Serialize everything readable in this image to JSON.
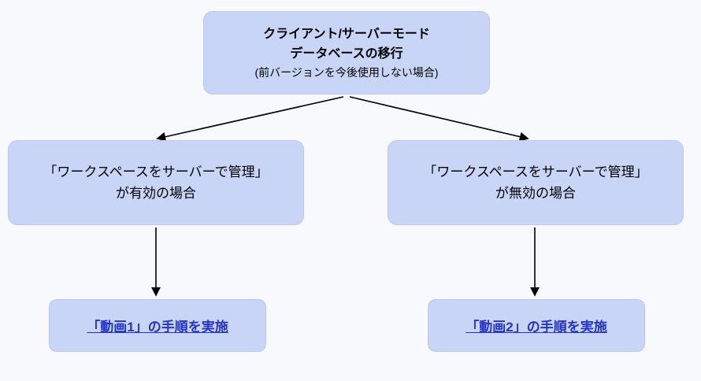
{
  "diagram": {
    "root": {
      "line1": "クライアント/サーバーモード",
      "line2": "データベースの移行",
      "line3": "(前バージョンを今後使用しない場合)"
    },
    "left_branch": {
      "line1": "「ワークスペースをサーバーで管理」",
      "line2": "が有効の場合"
    },
    "right_branch": {
      "line1": "「ワークスペースをサーバーで管理」",
      "line2": "が無効の場合"
    },
    "left_action": {
      "label": "「動画1」の手順を実施"
    },
    "right_action": {
      "label": "「動画2」の手順を実施"
    }
  },
  "colors": {
    "bg": "#f7f9fd",
    "box_fill": "#c9d5f7",
    "box_border": "#b9c8f4",
    "link": "#2433cc",
    "arrow": "#000000"
  }
}
